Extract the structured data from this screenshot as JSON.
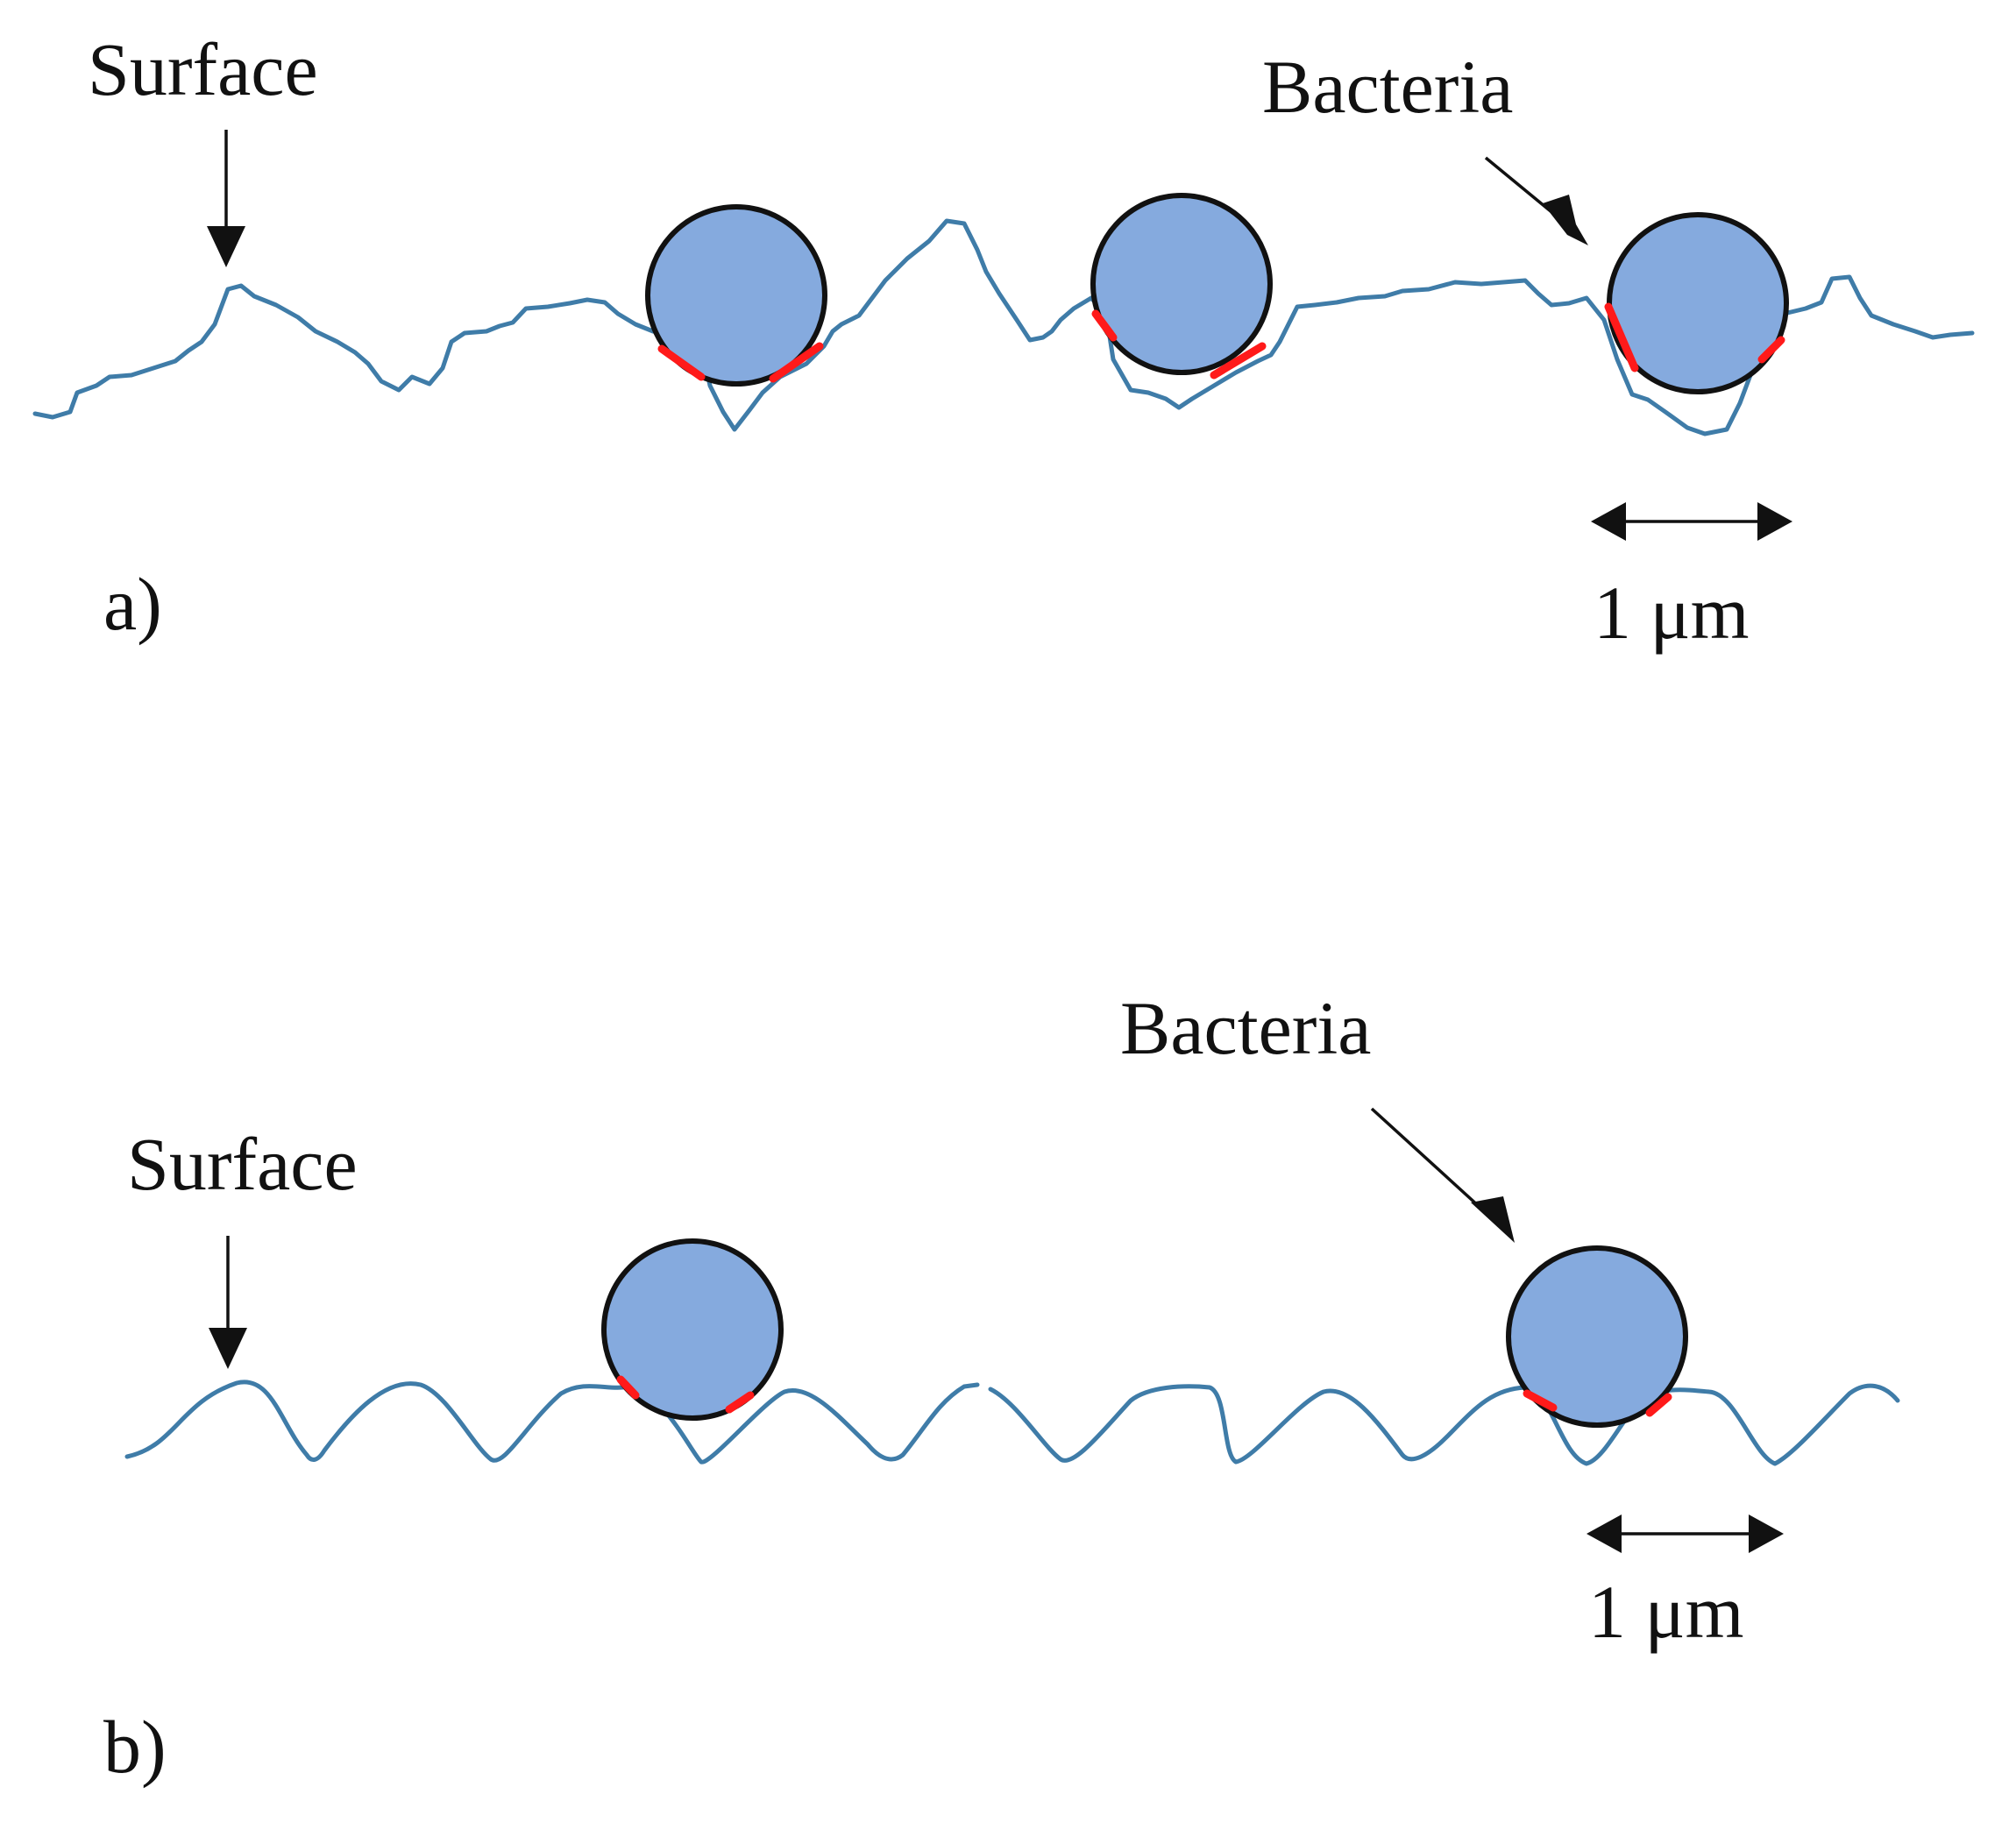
{
  "panel_a": {
    "label": "a)",
    "surface_label": "Surface",
    "bacteria_label": "Bacteria",
    "scale_label": "1 μm"
  },
  "panel_b": {
    "label": "b)",
    "surface_label": "Surface",
    "bacteria_label": "Bacteria",
    "scale_label": "1 μm"
  },
  "colors": {
    "surface_line": "#3f7ca8",
    "bacteria_fill": "#85aade",
    "bacteria_outline": "#111111",
    "contact_zone": "#ff1a1a"
  }
}
